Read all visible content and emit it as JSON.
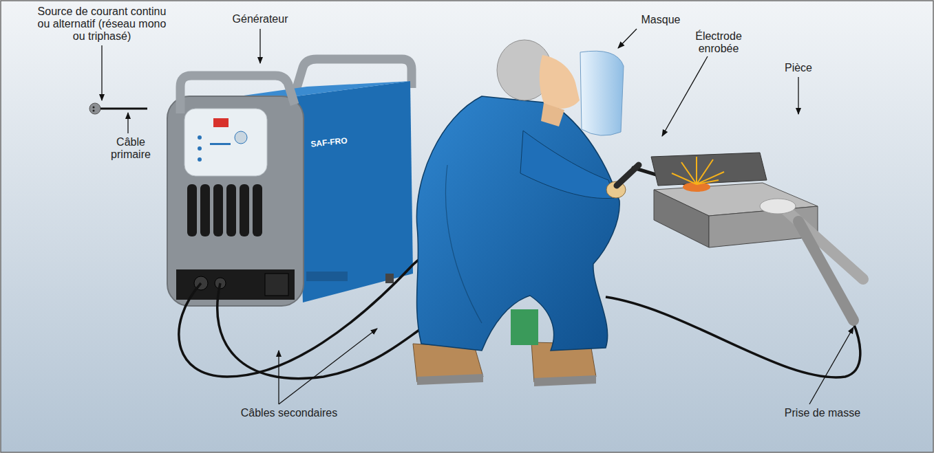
{
  "diagram": {
    "labels": [
      "Source de courant continu ou alternatif (réseau mono ou triphasé)",
      "Générateur",
      "Masque",
      "Électrode enrobée",
      "Pièce",
      "Câble primaire",
      "SAF-FRO",
      "Câbles secondaires",
      "Prise de masse"
    ]
  }
}
